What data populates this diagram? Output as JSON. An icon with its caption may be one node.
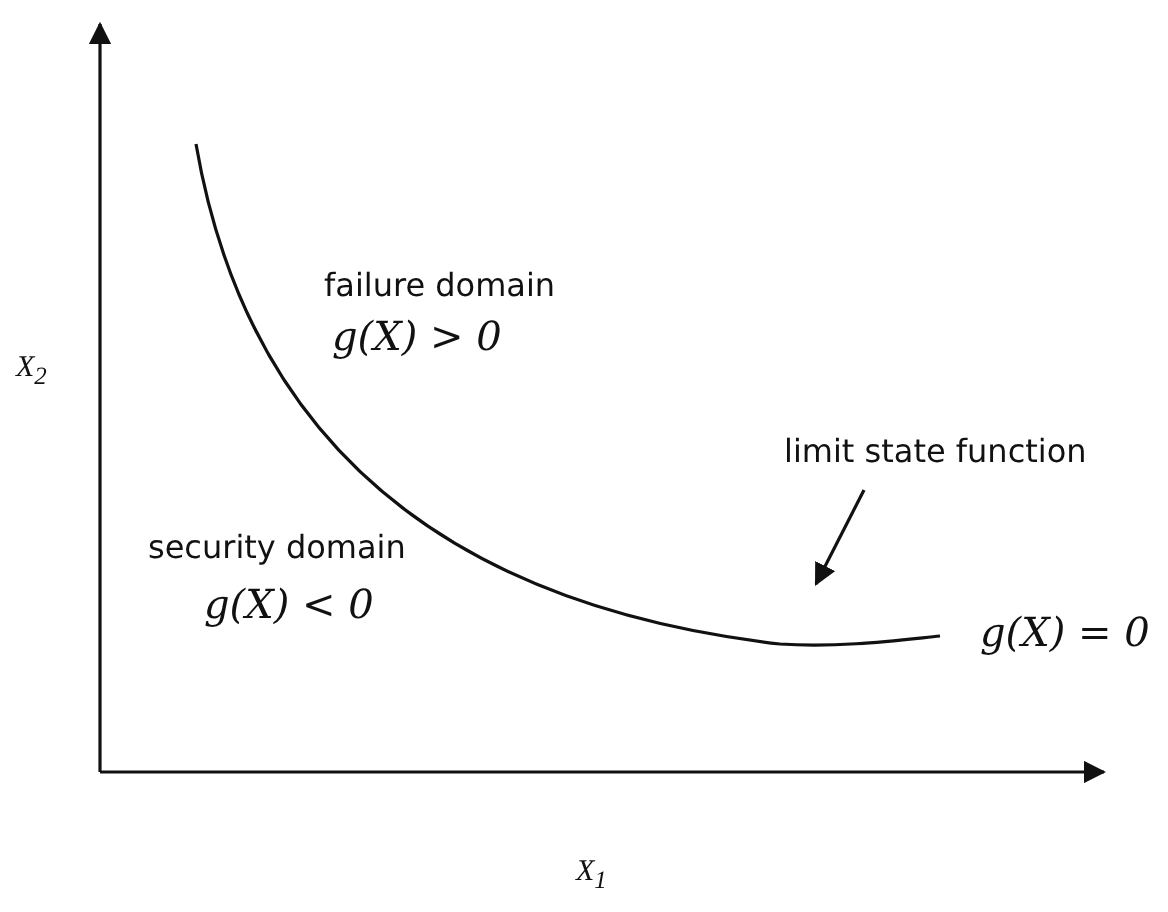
{
  "diagram": {
    "nodes": [
      {
        "text": [
          "limit state function"
        ]
      },
      {
        "text": [],
        "shape": "curve",
        "beside": [
          "g(X) = 0"
        ]
      }
    ],
    "edges": [
      {
        "from": 0,
        "to": 1,
        "arrow": "to"
      }
    ],
    "labels": [
      "X$_{2}$",
      "failure domain",
      "g(X) > 0",
      "security domain",
      "g(X) < 0",
      "X$_{1}$"
    ]
  }
}
